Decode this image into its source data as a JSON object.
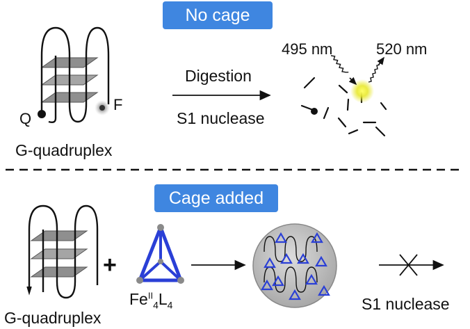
{
  "top": {
    "badge": "No cage",
    "left_caption": "G-quadruplex",
    "quencher_letter": "Q",
    "fluorophore_letter": "F",
    "arrow_above": "Digestion",
    "arrow_below": "S1 nuclease",
    "excitation": "495 nm",
    "emission": "520 nm"
  },
  "bottom": {
    "badge": "Cage added",
    "left_caption": "G-quadruplex",
    "plus": "+",
    "cage_label": {
      "main": "Fe",
      "sup": "II",
      "sub1": "4",
      "mid": "L",
      "sub2": "4"
    },
    "blocked_label": "S1 nuclease"
  },
  "colors": {
    "badge": "#3f86e0",
    "tetrahedron": "#2a3fd6",
    "plate": "#9a9a9a",
    "glow": "#e8e830",
    "sphere": "#bdbdbd"
  }
}
